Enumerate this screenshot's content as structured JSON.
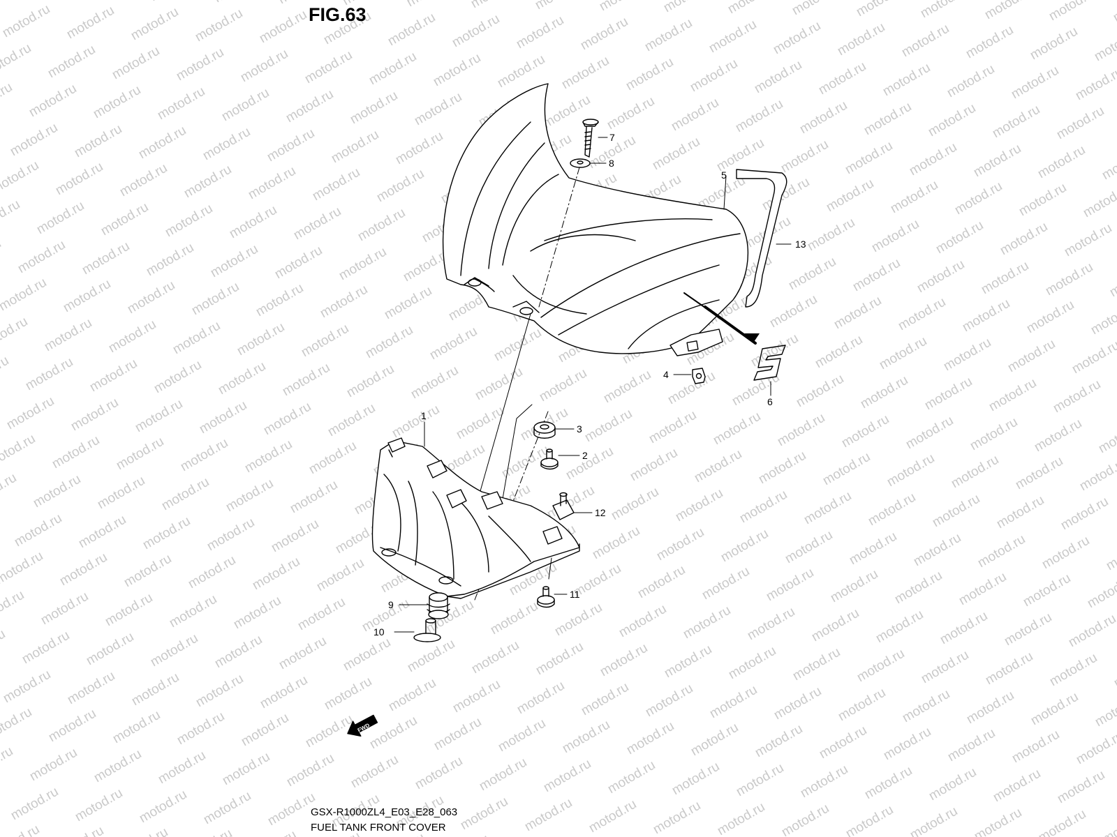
{
  "figure": {
    "title": "FIG.63",
    "model_code": "GSX-R1000ZL4_E03_E28_063",
    "caption": "FUEL TANK FRONT COVER",
    "watermark": "motod.ru",
    "fwd_label": "FWD"
  },
  "callouts": [
    {
      "id": "1",
      "label": "1"
    },
    {
      "id": "2",
      "label": "2"
    },
    {
      "id": "3",
      "label": "3"
    },
    {
      "id": "4",
      "label": "4"
    },
    {
      "id": "5",
      "label": "5"
    },
    {
      "id": "6",
      "label": "6"
    },
    {
      "id": "7",
      "label": "7"
    },
    {
      "id": "8",
      "label": "8"
    },
    {
      "id": "9",
      "label": "9"
    },
    {
      "id": "10",
      "label": "10"
    },
    {
      "id": "11",
      "label": "11"
    },
    {
      "id": "12",
      "label": "12"
    },
    {
      "id": "13",
      "label": "13"
    }
  ]
}
